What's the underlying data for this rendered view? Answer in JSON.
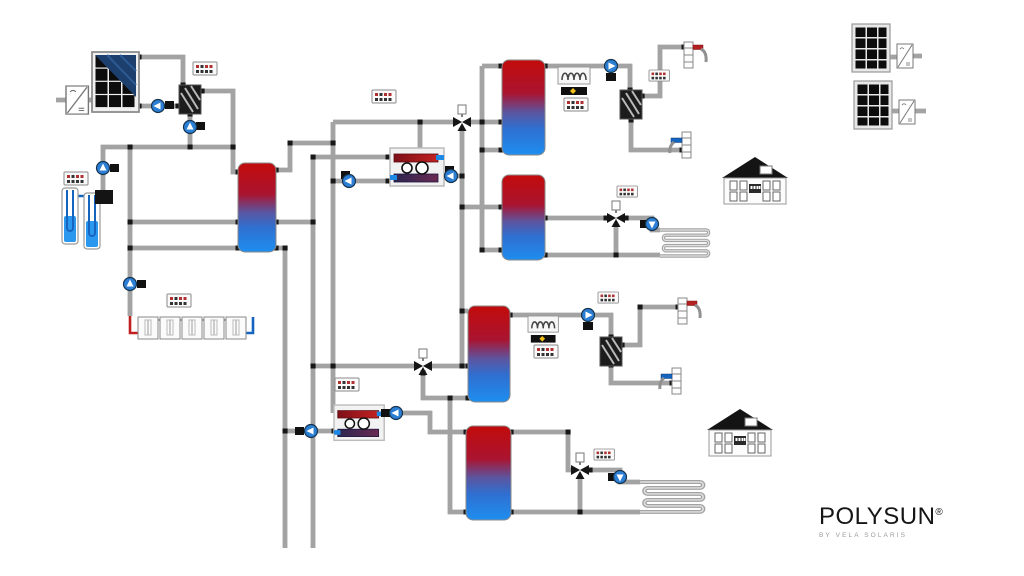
{
  "diagram": {
    "logo": {
      "title": "POLYSUN",
      "registered": "®",
      "subtitle": "BY VELA SOLARIS"
    },
    "colors": {
      "background": "#ffffff",
      "pipe": "#a3a3a3",
      "pipe_highlight": "#e2e2e2",
      "junction": "#181818",
      "hot": "#c02020",
      "cold": "#1565c0",
      "tank_hot_top": "#c20b0b",
      "tank_cold_bottom": "#1e8ef0",
      "pump": "#2b7fd4",
      "pv_cell": "#0c0c0c",
      "pvt_glass": "#1d3f6e",
      "heater_accent": "#f2c218",
      "ground_probe_fill": "#2b98f0"
    },
    "components": [
      "pvt-collector",
      "solar-inverter",
      "solar-heat-exchanger",
      "buffer-tank",
      "ground-probe",
      "ground-probe",
      "borehole-manifold",
      "radiator-row",
      "freshwater-station",
      "freshwater-station",
      "three-way-valve",
      "three-way-valve",
      "mixing-valve",
      "mixing-valve",
      "dhw-storage-tank",
      "dhw-storage-tank",
      "heating-storage-tank",
      "heating-storage-tank",
      "electric-heater",
      "electric-heater",
      "plate-heat-exchanger",
      "plate-heat-exchanger",
      "hot-water-tap",
      "hot-water-tap",
      "cold-water-tap",
      "cold-water-tap",
      "floor-heating-loop",
      "floor-heating-loop",
      "house",
      "house",
      "pv-array",
      "pv-array",
      "pv-inverter",
      "pv-inverter",
      "circulation-pump",
      "controller"
    ]
  }
}
